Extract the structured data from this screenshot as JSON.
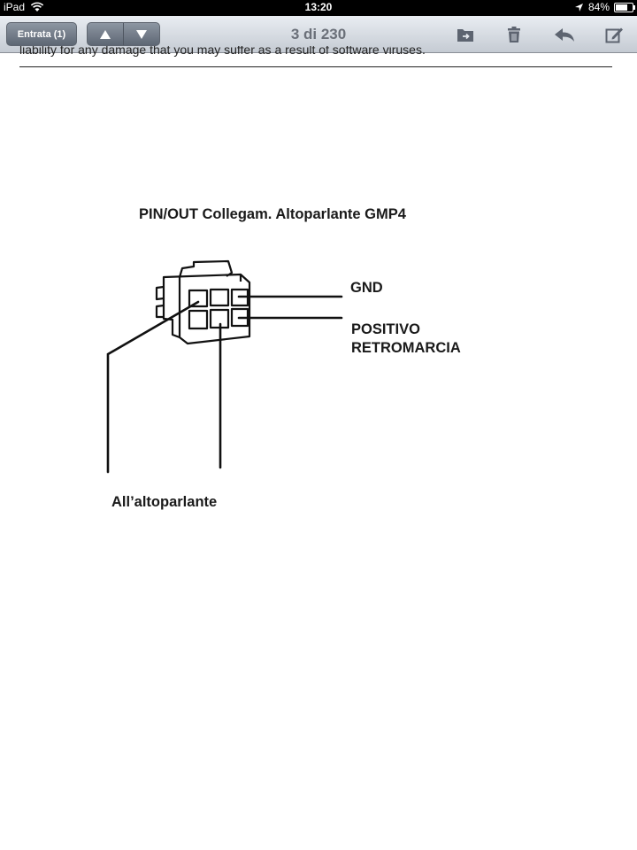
{
  "status_bar": {
    "carrier": "iPad",
    "time": "13:20",
    "battery": "84%",
    "battery_level": 0.84
  },
  "toolbar": {
    "inbox_label": "Entrata (1)",
    "message_counter": "3 di 230",
    "icons": [
      "chevron-up-icon",
      "chevron-down-icon",
      "folder-move-icon",
      "trash-icon",
      "reply-icon",
      "compose-icon"
    ]
  },
  "document": {
    "partial_text": "liability for any damage that you may suffer as a result of software viruses.",
    "diagram_title": "PIN/OUT Collegam. Altoparlante GMP4",
    "labels": {
      "gnd": "GND",
      "positive_line1": "POSITIVO",
      "positive_line2": "RETROMARCIA",
      "speaker": "All’altoparlante"
    }
  }
}
